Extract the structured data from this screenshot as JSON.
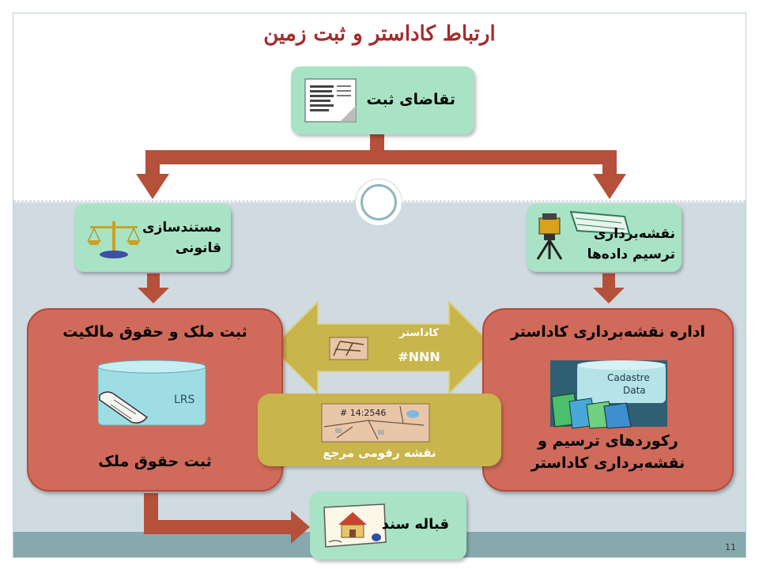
{
  "title": "ارتباط کاداستر و ثبت زمین",
  "nodes": {
    "request": {
      "label": "تقاضای ثبت"
    },
    "legal": {
      "line1": "مستندسازی",
      "line2": "قانونی"
    },
    "survey": {
      "line1": "نقشه‌برداری",
      "line2": "ترسیم داده‌ها"
    },
    "registry": {
      "heading": "ثبت ملک و حقوق مالکیت",
      "icon_text": "LRS",
      "footer": "ثبت حقوق ملک"
    },
    "cadastre_office": {
      "heading": "اداره نقشه‌برداری کاداستر",
      "icon_line1": "Cadastre",
      "icon_line2": "Data",
      "footer_line1": "رکوردهای ترسیم و",
      "footer_line2": "نقشه‌برداری کاداستر"
    },
    "link": {
      "label": "کاداستر",
      "code": "#NNN"
    },
    "reference_map": {
      "map_text": "# 14:2546",
      "label": "نقشه رقومی مرجع"
    },
    "deed": {
      "label": "قباله سند"
    }
  },
  "page_number": "11",
  "colors": {
    "green_box": "#a9e3c5",
    "red_box": "#d06a5a",
    "arrow": "#b5503a",
    "yellow_box": "#c8b54c",
    "title": "#a52a2a"
  }
}
